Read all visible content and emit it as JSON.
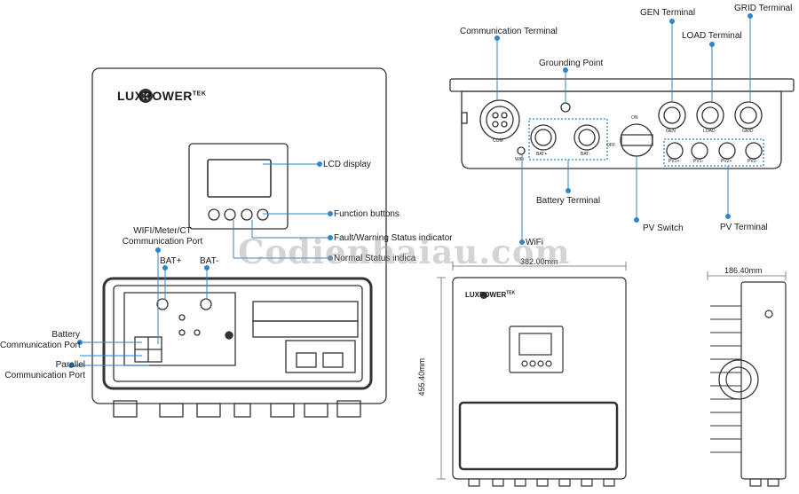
{
  "brand": {
    "logo_text": "LUXPOWER",
    "logo_suffix": "TEK"
  },
  "front_view": {
    "callouts": {
      "lcd_display": "LCD display",
      "function_buttons": "Function buttons",
      "fault_indicator": "Fault/Warning Status indicator",
      "normal_indicator": "Normal Status indica",
      "wifi_port_line1": "WIFI/Meter/CT",
      "wifi_port_line2": "Communication Port",
      "bat_plus": "BAT+",
      "bat_minus": "BAT-",
      "battery_comm_line1": "Battery",
      "battery_comm_line2": "Communication Port",
      "parallel_comm_line1": "Parallel",
      "parallel_comm_line2": "Communication Port"
    }
  },
  "bottom_view": {
    "callouts": {
      "communication_terminal": "Communication Terminal",
      "grounding_point": "Grounding Point",
      "gen_terminal": "GEN Terminal",
      "load_terminal": "LOAD Terminal",
      "grid_terminal": "GRID Terminal",
      "battery_terminal": "Battery Terminal",
      "wifi": "WiFi",
      "pv_switch": "PV Switch",
      "pv_terminal": "PV Terminal"
    },
    "port_labels": {
      "com": "COM",
      "wifi": "WiFi",
      "bat_plus": "BAT+",
      "bat_minus": "BAT-",
      "on": "ON",
      "off": "OFF",
      "gen": "GEN",
      "load": "LOAD",
      "grid": "GRID",
      "pv1_plus": "PV1+",
      "pv1_minus": "PV1-",
      "pv2_plus": "PV2+",
      "pv2_minus": "PV2-"
    }
  },
  "dimensions": {
    "width": "382.00mm",
    "height": "455.40mm",
    "depth": "186.40mm"
  },
  "watermark": "Codienhaiau.com",
  "colors": {
    "callout_line": "#2f86c8",
    "callout_dot": "#2f86c8",
    "outline": "#333333"
  }
}
